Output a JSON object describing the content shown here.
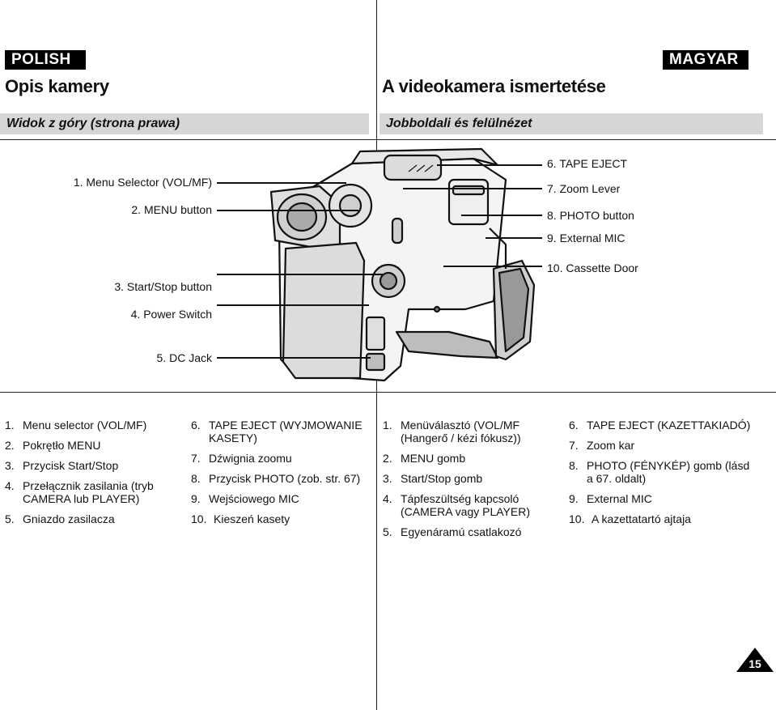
{
  "left": {
    "badge": "POLISH",
    "title": "Opis kamery",
    "subhead": "Widok z góry (strona prawa)",
    "list_col1": [
      {
        "num": "1.",
        "text": "Menu selector (VOL/MF)"
      },
      {
        "num": "2.",
        "text": "Pokrętło MENU"
      },
      {
        "num": "3.",
        "text": "Przycisk Start/Stop"
      },
      {
        "num": "4.",
        "text": "Przełącznik zasilania (tryb CAMERA lub PLAYER)"
      },
      {
        "num": "5.",
        "text": "Gniazdo zasilacza"
      }
    ],
    "list_col2": [
      {
        "num": "6.",
        "text": "TAPE EJECT (WYJMOWANIE KASETY)"
      },
      {
        "num": "7.",
        "text": "Dźwignia zoomu"
      },
      {
        "num": "8.",
        "text": "Przycisk PHOTO (zob. str. 67)"
      },
      {
        "num": "9.",
        "text": "Wejściowego MIC"
      },
      {
        "num": "10.",
        "text": "Kieszeń kasety"
      }
    ]
  },
  "right": {
    "badge": "MAGYAR",
    "title": "A videokamera ismertetése",
    "subhead": "Jobboldali és felülnézet",
    "list_col1": [
      {
        "num": "1.",
        "text": "Menüválasztó (VOL/MF (Hangerő / kézi fókusz))"
      },
      {
        "num": "2.",
        "text": "MENU gomb"
      },
      {
        "num": "3.",
        "text": "Start/Stop gomb"
      },
      {
        "num": "4.",
        "text": "Tápfeszültség kapcsoló (CAMERA vagy PLAYER)"
      },
      {
        "num": "5.",
        "text": "Egyenáramú csatlakozó"
      }
    ],
    "list_col2": [
      {
        "num": "6.",
        "text": "TAPE EJECT (KAZETTAKIADÓ)"
      },
      {
        "num": "7.",
        "text": "Zoom kar"
      },
      {
        "num": "8.",
        "text": "PHOTO (FÉNYKÉP) gomb (lásd a 67. oldalt)"
      },
      {
        "num": "9.",
        "text": "External MIC"
      },
      {
        "num": "10.",
        "text": "A kazettatartó ajtaja"
      }
    ]
  },
  "figure": {
    "callouts_left": [
      "1. Menu Selector (VOL/MF)",
      "2. MENU button",
      "3. Start/Stop button",
      "4. Power Switch",
      "5. DC Jack"
    ],
    "callouts_right": [
      "6. TAPE EJECT",
      "7. Zoom Lever",
      "8. PHOTO button",
      "9. External MIC",
      "10. Cassette Door"
    ]
  },
  "page_number": "15"
}
